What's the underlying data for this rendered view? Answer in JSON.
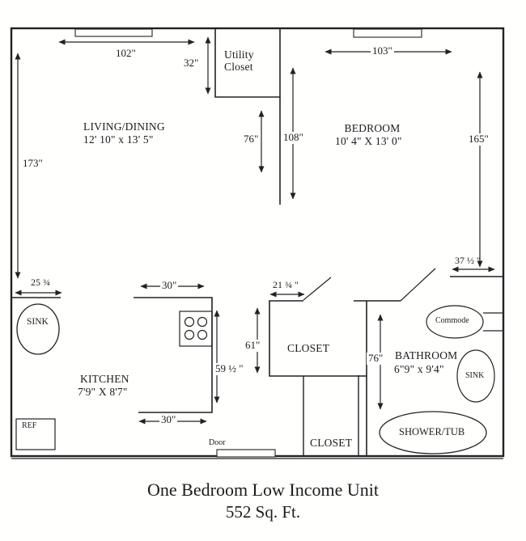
{
  "title": {
    "line1": "One Bedroom Low Income Unit",
    "line2": "552 Sq. Ft."
  },
  "rooms": {
    "living": {
      "name": "LIVING/DINING",
      "size": "12' 10\" x 13' 5\""
    },
    "bedroom": {
      "name": "BEDROOM",
      "size": "10' 4\" X 13' 0\""
    },
    "kitchen": {
      "name": "KITCHEN",
      "size": "7'9\" X 8'7\""
    },
    "bathroom": {
      "name": "BATHROOM",
      "size": "6\"9\" x 9'4\""
    },
    "utility_closet": {
      "name": "Utility Closet"
    },
    "hall_closet": {
      "name": "CLOSET"
    },
    "bottom_closet": {
      "name": "CLOSET"
    }
  },
  "fixtures": {
    "kitchen_sink": "SINK",
    "bath_sink": "SINK",
    "commode": "Commode",
    "shower_tub": "SHOWER/TUB",
    "refrigerator": "REF",
    "door": "Door"
  },
  "dimensions": {
    "living_top": "102\"",
    "utility_width": "32\"",
    "bedroom_top": "103\"",
    "living_left": "173\"",
    "hall_height": "76\"",
    "bedroom_left": "108\"",
    "bedroom_right": "165\"",
    "sink_counter": "25 ¾",
    "counter_top": "30\"",
    "counter_bottom": "30\"",
    "counter_height": "59 ½ \"",
    "closet_height": "61\"",
    "closet_width": "21 ¾ \"",
    "bath_closet_width": "37 ½ \"",
    "bathroom_height": "76\""
  },
  "colors": {
    "line": "#222222",
    "background": "#fffffe",
    "text": "#1b1b1b"
  }
}
